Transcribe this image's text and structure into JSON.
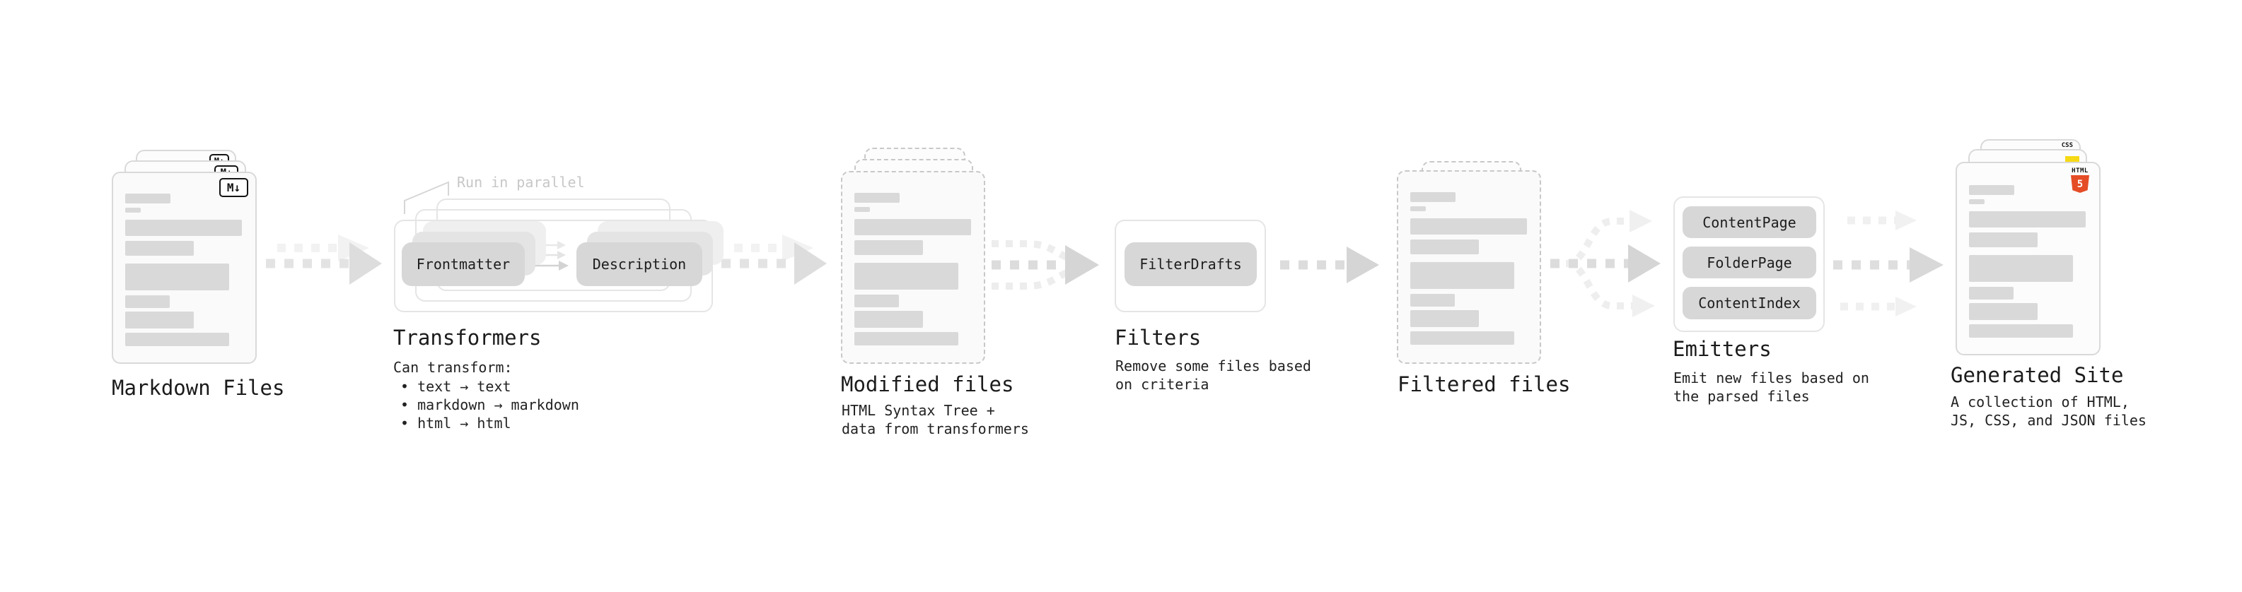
{
  "markdown_files": {
    "label": "Markdown Files",
    "badge": "M↓"
  },
  "transformers": {
    "annotation": "Run in parallel",
    "pill_left": "Frontmatter",
    "pill_right": "Description",
    "label": "Transformers",
    "desc_title": "Can transform:",
    "bullets": [
      "• text → text",
      "• markdown → markdown",
      "• html → html"
    ]
  },
  "modified_files": {
    "label": "Modified files",
    "desc": [
      "HTML Syntax Tree +",
      "data from transformers"
    ]
  },
  "filters": {
    "pill": "FilterDrafts",
    "label": "Filters",
    "desc": [
      "Remove some files based",
      "on criteria"
    ]
  },
  "filtered_files": {
    "label": "Filtered files"
  },
  "emitters": {
    "pills": [
      "ContentPage",
      "FolderPage",
      "ContentIndex"
    ],
    "label": "Emitters",
    "desc": [
      "Emit new files based on",
      "the parsed files"
    ]
  },
  "generated_site": {
    "label": "Generated Site",
    "desc": [
      "A collection of HTML,",
      "JS, CSS, and JSON files"
    ],
    "badges": {
      "css": "CSS",
      "html_word": "HTML",
      "html_number": "5"
    }
  },
  "colors": {
    "arrow_gray": "#dcdcdc",
    "arrow_light": "#efefef",
    "pill_gray": "#d7d7d7",
    "bar_gray": "#d9d9d9",
    "html5_orange": "#e44d26",
    "js_yellow": "#f6d915",
    "css_blue": "#2d6ae3"
  }
}
